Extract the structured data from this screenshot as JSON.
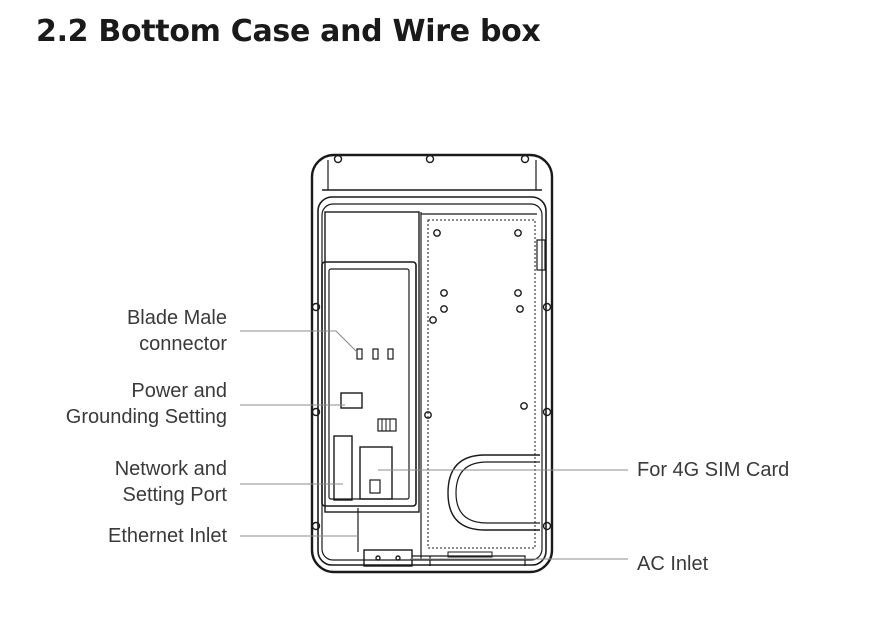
{
  "title": "2.2 Bottom Case and Wire box",
  "labels": {
    "blade_male": [
      "Blade Male",
      "connector"
    ],
    "power_grounding": [
      "Power and",
      "Grounding Setting"
    ],
    "network_setting": [
      "Network and",
      "Setting Port"
    ],
    "ethernet_inlet": "Ethernet Inlet",
    "sim_card": "For 4G SIM Card",
    "ac_inlet": "AC Inlet"
  },
  "colors": {
    "title": "#1a1a1a",
    "label": "#3a3a3a",
    "line": "#1a1a1a",
    "leader": "#8c8c8c"
  }
}
